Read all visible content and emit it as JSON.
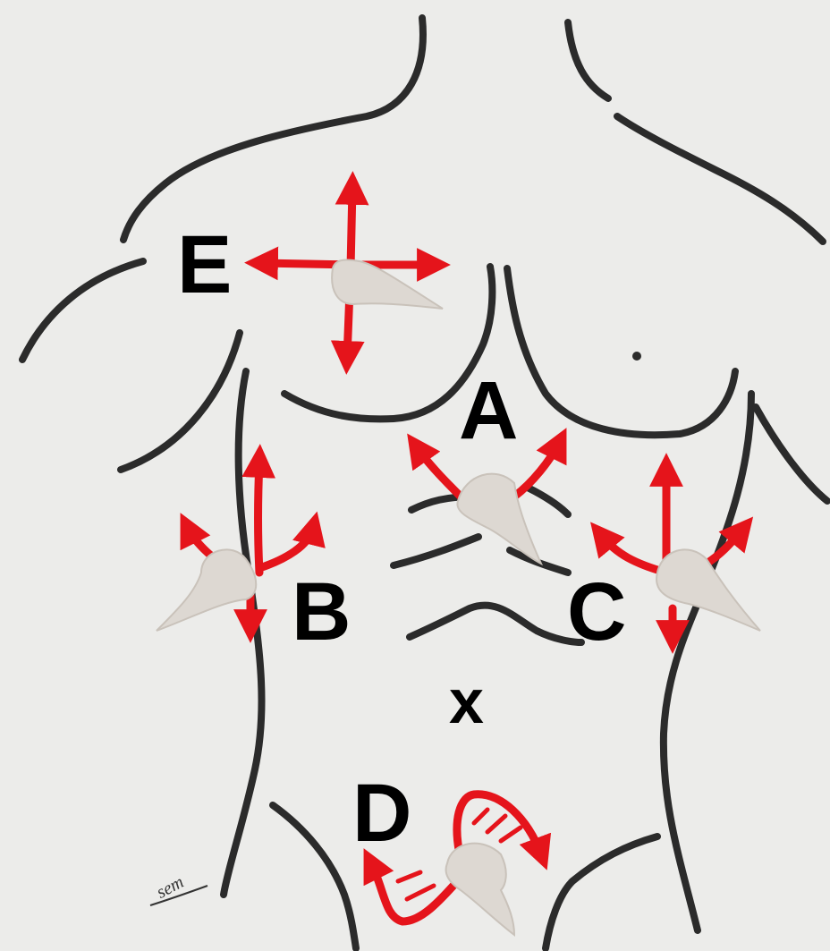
{
  "labels": {
    "a": "A",
    "b": "B",
    "c": "C",
    "d": "D",
    "e": "E",
    "navel_mark": "x"
  },
  "signature": "sem",
  "colors": {
    "outline": "#2b2b2b",
    "arrow": "#e5141b",
    "background": "#ececea"
  }
}
